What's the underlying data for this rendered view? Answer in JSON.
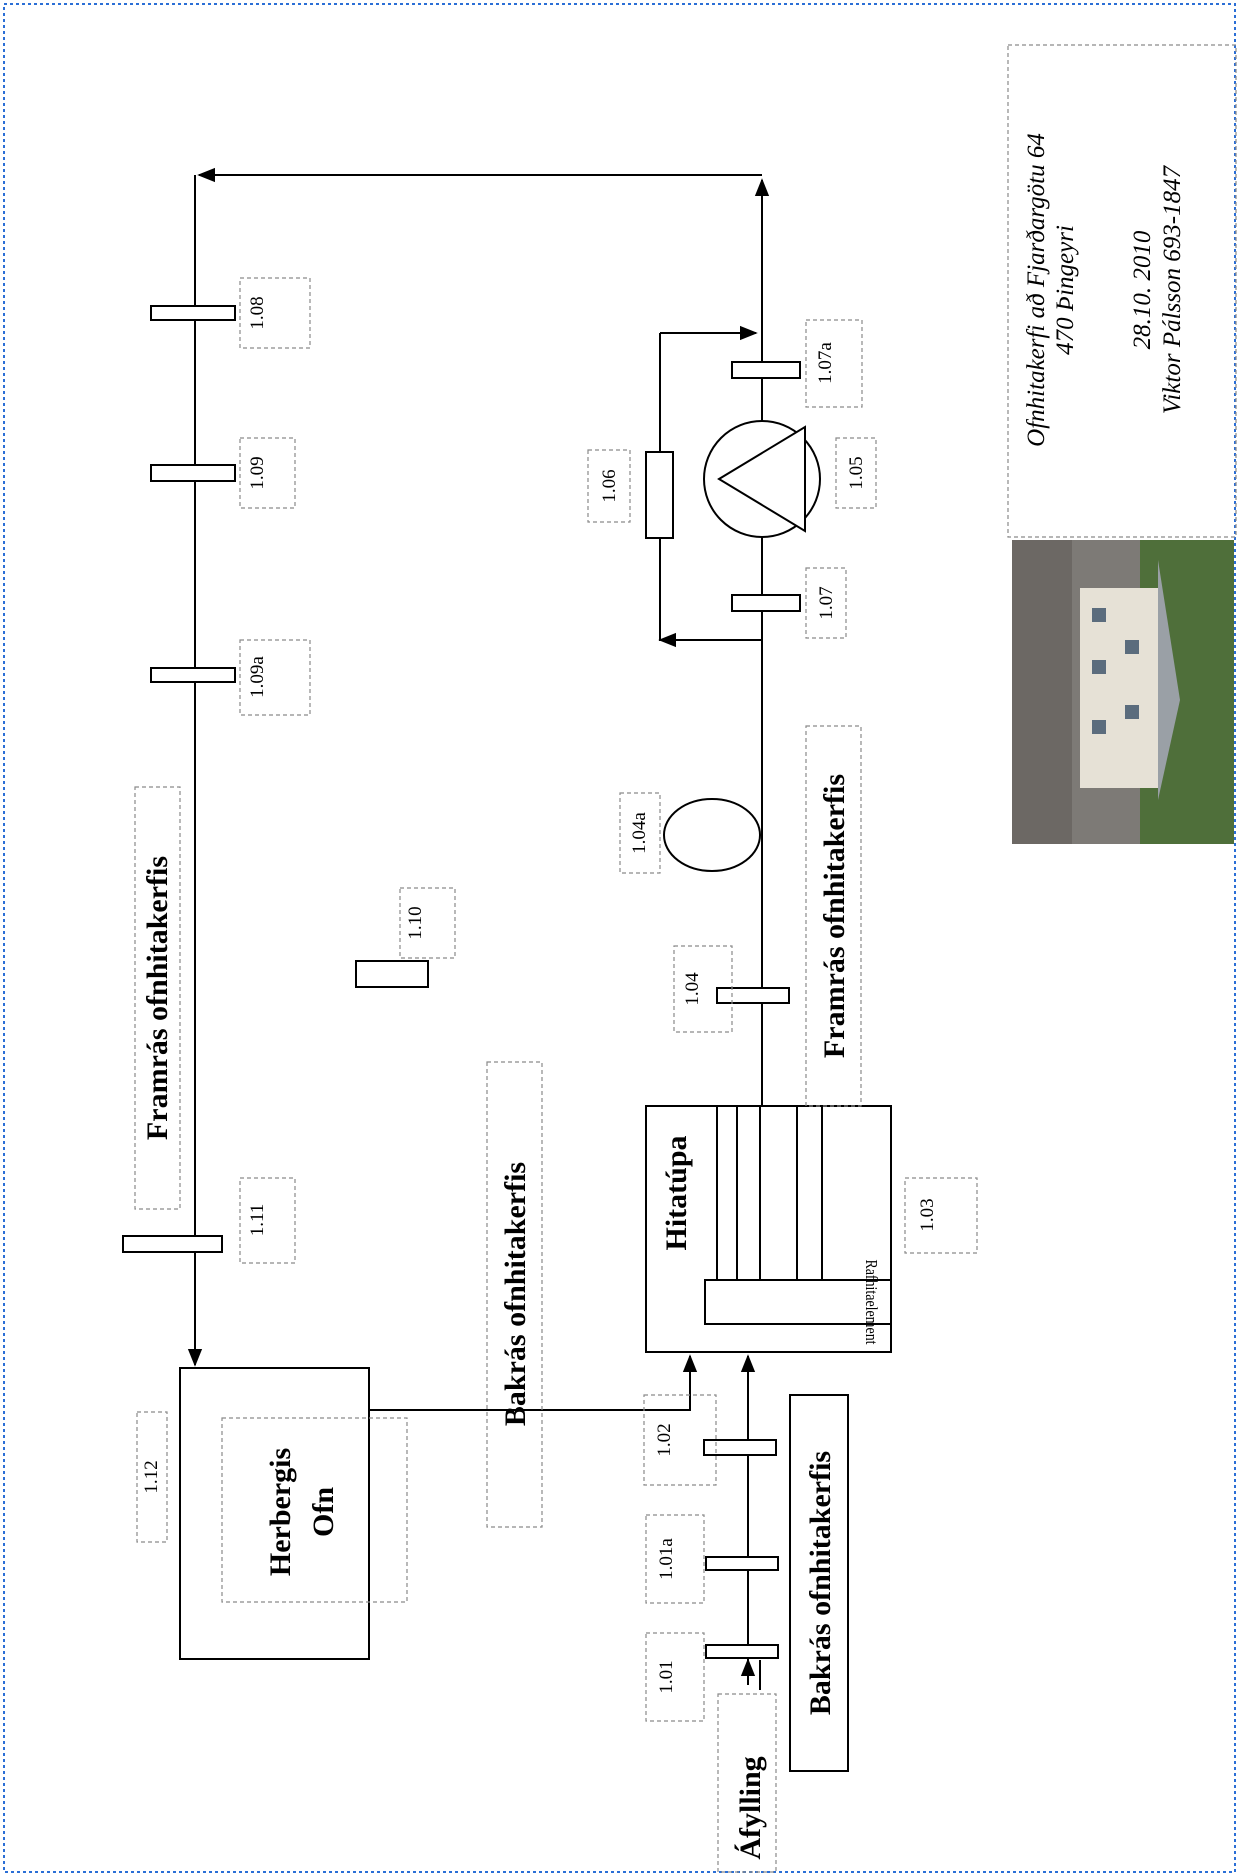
{
  "title_block": {
    "line1": "Ofnhitakerfi að Fjarðargötu 64",
    "line2": "470 Þingeyri",
    "date": "28.10. 2010",
    "author": "Viktor Pálsson 693-1847"
  },
  "labels": {
    "framras_ofnhitakerfis": "Framrás ofnhitakerfis",
    "bakras_ofnhitakerfis": "Bakrás ofnhitakerfis",
    "hitatupa": "Hitatúpa",
    "rafhitaelement": "Rafhitaelement",
    "herbergis": "Herbergis",
    "ofn": "Ofn",
    "afylling": "Áfylling"
  },
  "components": {
    "c101": "1.01",
    "c101a": "1.01a",
    "c102": "1.02",
    "c103": "1.03",
    "c104": "1.04",
    "c104a": "1.04a",
    "c105": "1.05",
    "c106": "1.06",
    "c107": "1.07",
    "c107a": "1.07a",
    "c108": "1.08",
    "c109": "1.09",
    "c109a": "1.09a",
    "c110": "1.10",
    "c111": "1.11",
    "c112": "1.12"
  },
  "colors": {
    "frame_border": "#2b6fd6",
    "dashed_label_border": "#8a8a8a",
    "line": "#000000"
  },
  "icons": {
    "pump": "pump-triangle-icon",
    "expansion_tank": "expansion-tank-icon",
    "house_photo": "house-photo-icon"
  }
}
